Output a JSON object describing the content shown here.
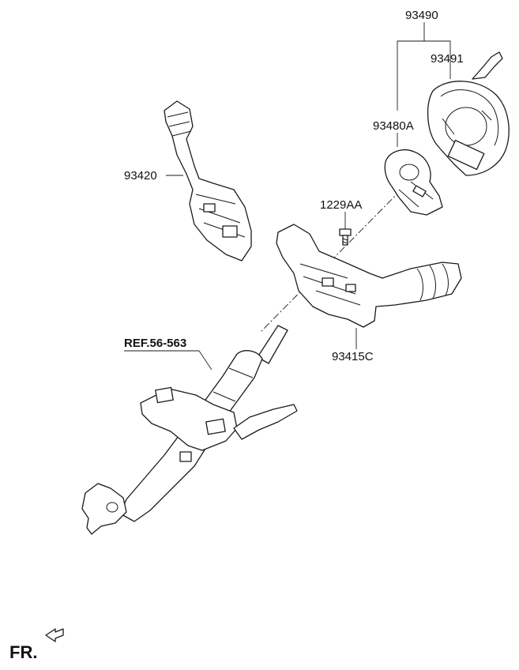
{
  "labels": {
    "assy_93490": "93490",
    "part_93491": "93491",
    "part_93480a": "93480A",
    "part_93420": "93420",
    "bolt_1229aa": "1229AA",
    "part_93415c": "93415C",
    "ref_56_563": "REF.56-563",
    "front_marker": "FR."
  },
  "colors": {
    "line": "#1a1a1a",
    "background": "#ffffff"
  }
}
